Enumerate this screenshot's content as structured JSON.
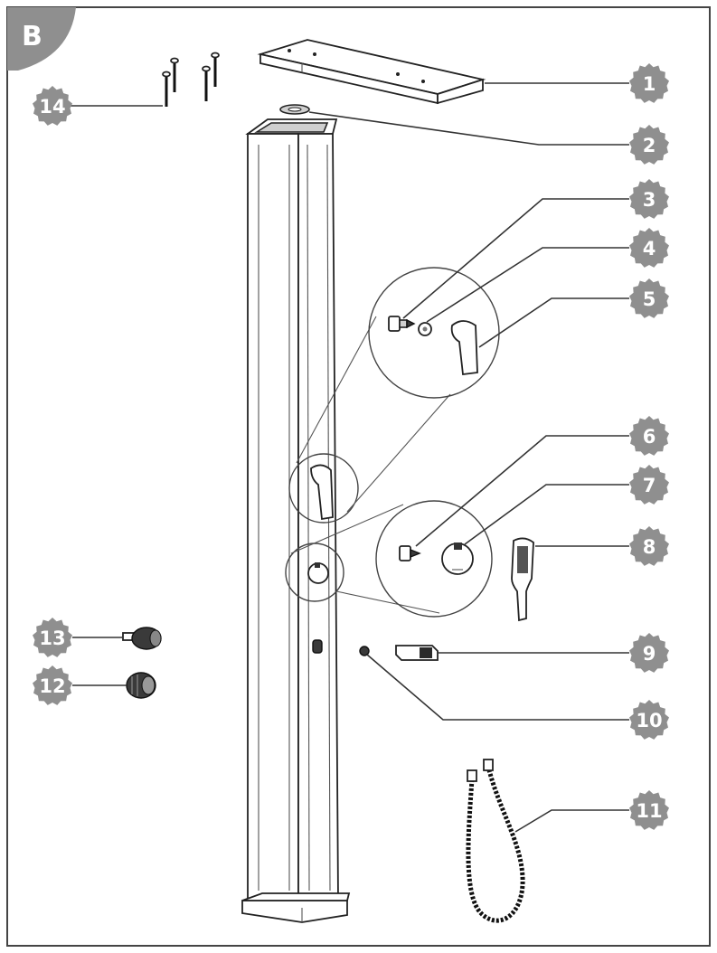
{
  "figure_label": "B",
  "callouts": [
    {
      "number": "1",
      "part": "top-cap"
    },
    {
      "number": "2",
      "part": "gasket"
    },
    {
      "number": "3",
      "part": "valve-cartridge-upper"
    },
    {
      "number": "4",
      "part": "cover-cap"
    },
    {
      "number": "5",
      "part": "lever-handle"
    },
    {
      "number": "6",
      "part": "valve-cartridge-lower"
    },
    {
      "number": "7",
      "part": "knob"
    },
    {
      "number": "8",
      "part": "hand-shower"
    },
    {
      "number": "9",
      "part": "hose-holder"
    },
    {
      "number": "10",
      "part": "small-washer"
    },
    {
      "number": "11",
      "part": "shower-hose"
    },
    {
      "number": "12",
      "part": "nut"
    },
    {
      "number": "13",
      "part": "hose-connector"
    },
    {
      "number": "14",
      "part": "screws"
    }
  ],
  "colors": {
    "badge": "#8f8f8f",
    "line": "#333333",
    "frame": "#444444"
  }
}
